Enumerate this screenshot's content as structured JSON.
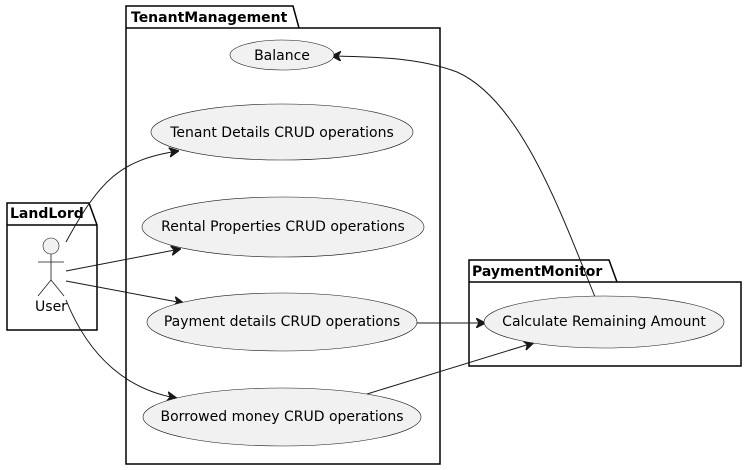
{
  "packages": {
    "tenant_management": {
      "title": "TenantManagement"
    },
    "landlord": {
      "title": "LandLord"
    },
    "payment_monitor": {
      "title": "PaymentMonitor"
    }
  },
  "actor": {
    "label": "User"
  },
  "use_cases": {
    "balance": "Balance",
    "tenant_details": "Tenant Details CRUD operations",
    "rental_properties": "Rental Properties CRUD operations",
    "payment_details": "Payment details CRUD operations",
    "borrowed_money": "Borrowed money CRUD operations",
    "calculate_remaining": "Calculate Remaining Amount"
  },
  "relations": [
    {
      "from": "User",
      "to": "Tenant Details CRUD operations"
    },
    {
      "from": "User",
      "to": "Rental Properties CRUD operations"
    },
    {
      "from": "User",
      "to": "Payment details CRUD operations"
    },
    {
      "from": "User",
      "to": "Borrowed money CRUD operations"
    },
    {
      "from": "Payment details CRUD operations",
      "to": "Calculate Remaining Amount"
    },
    {
      "from": "Borrowed money CRUD operations",
      "to": "Calculate Remaining Amount"
    },
    {
      "from": "Calculate Remaining Amount",
      "to": "Balance"
    }
  ],
  "colors": {
    "use_case_fill": "#f1f1f1",
    "stroke": "#181818",
    "package_fill": "#ffffff"
  }
}
